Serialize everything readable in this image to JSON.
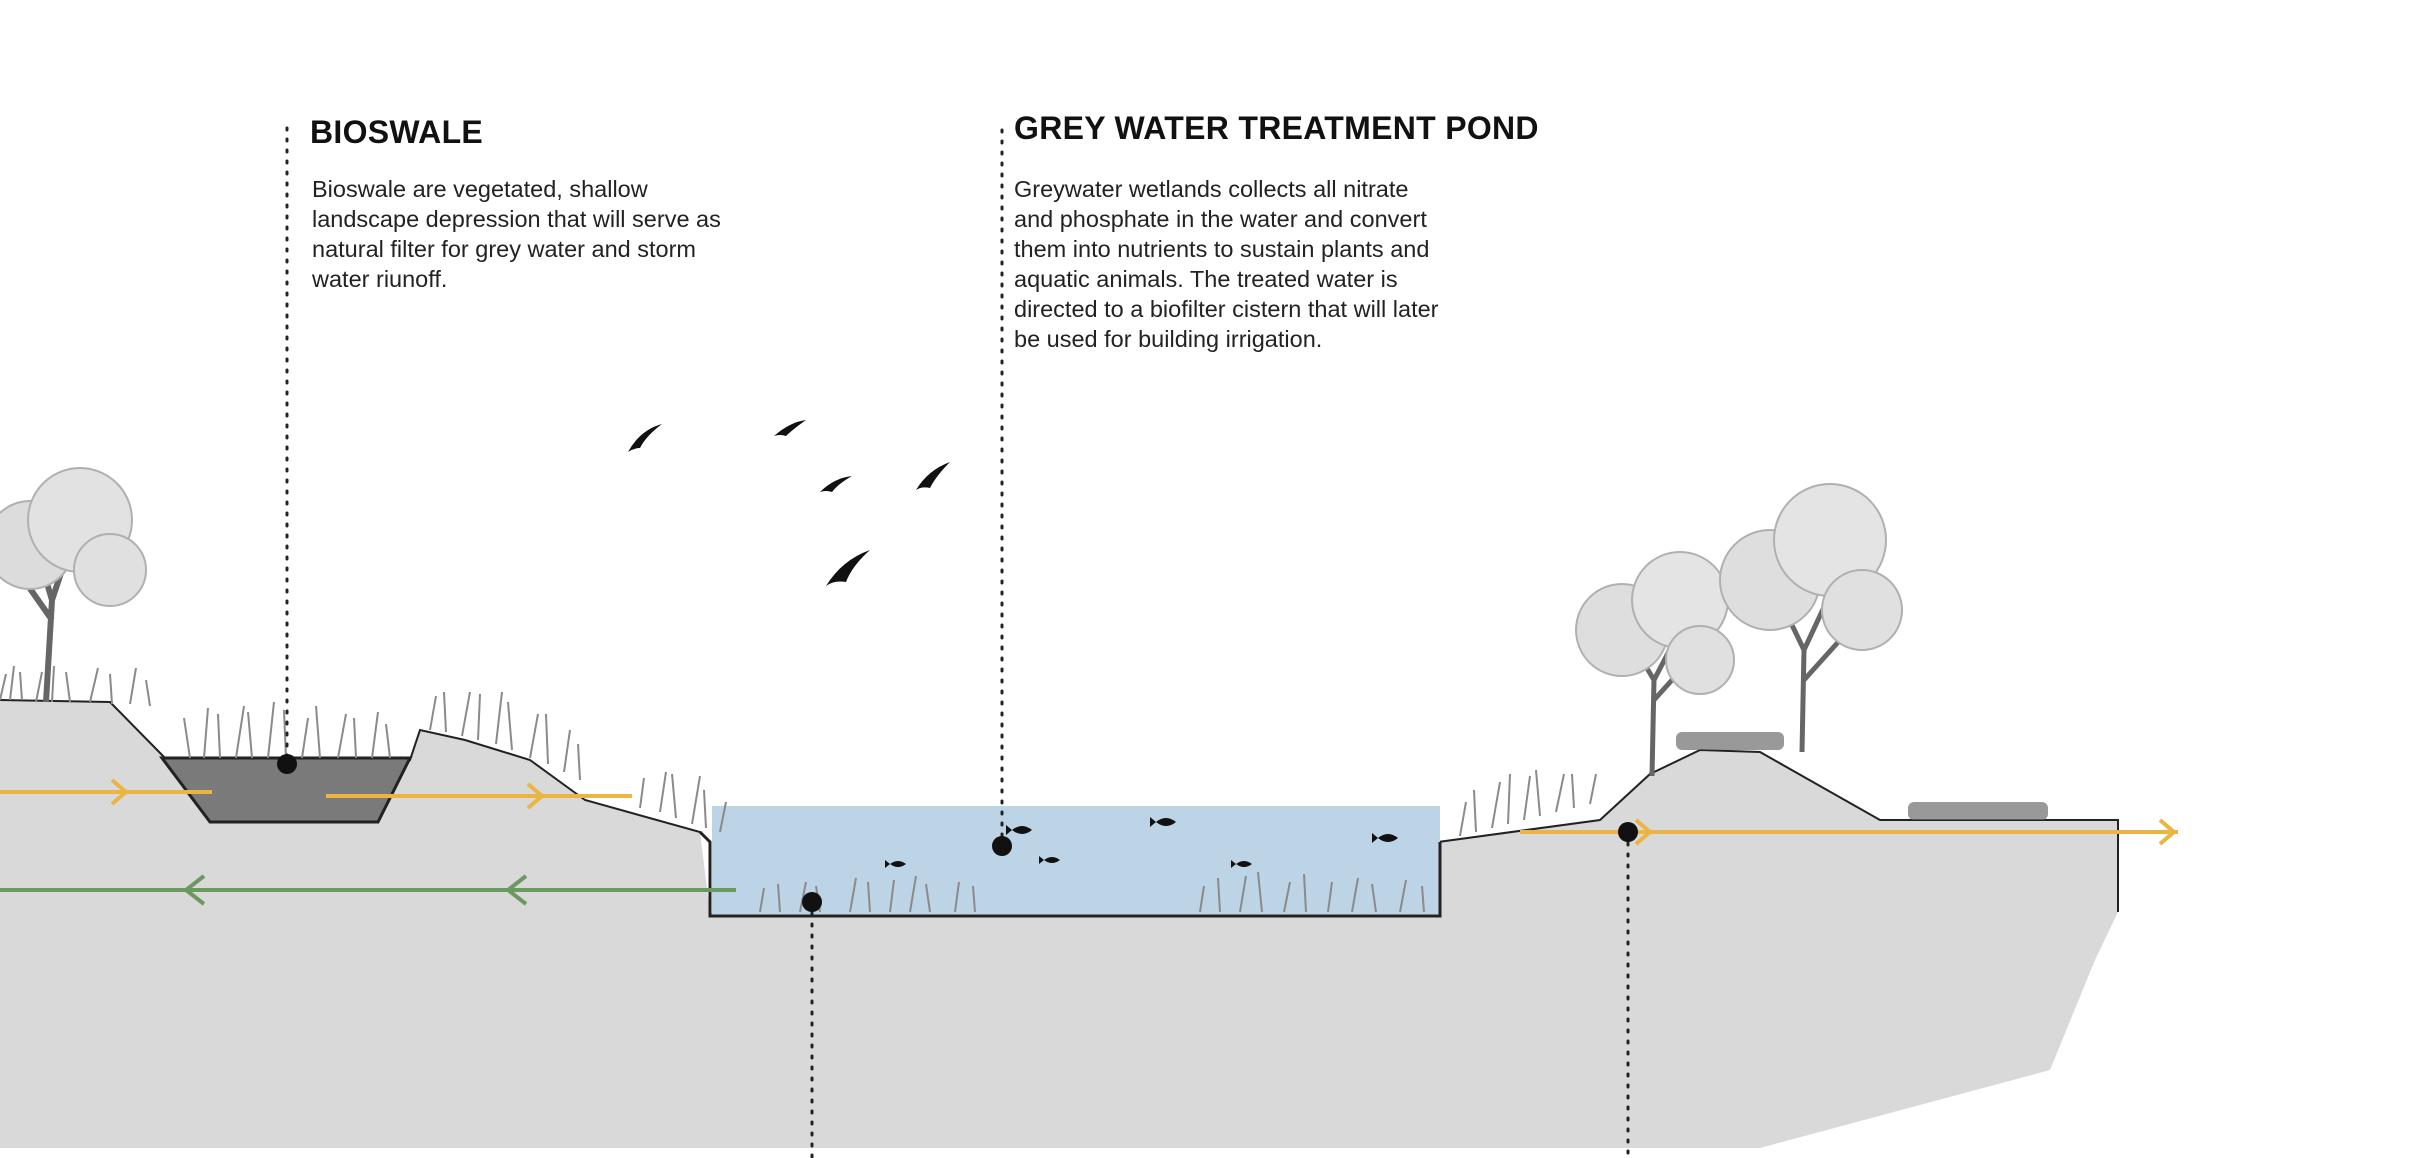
{
  "bioswale": {
    "title": "BIOSWALE",
    "body": "Bioswale are vegetated, shallow landscape depression that will serve as natural filter for grey water and storm water riunoff."
  },
  "treatment_pond": {
    "title": "GREY WATER TREATMENT POND",
    "body": "Greywater wetlands collects all nitrate and phosphate in the water and convert them into nutrients to sustain plants and aquatic animals. The treated water is directed to a biofilter cistern that will later be used for building irrigation."
  },
  "colors": {
    "ground": "#d9d9d9",
    "water": "#bdd3e6",
    "bioswale_fill": "#7a7a7a",
    "greywater_flow": "#eab543",
    "return_flow": "#6b9a60",
    "marker": "#111111"
  },
  "icons": [
    "tree-icon",
    "bird-icon",
    "fish-icon",
    "grass-icon",
    "arrow-right-icon",
    "arrow-left-icon"
  ]
}
